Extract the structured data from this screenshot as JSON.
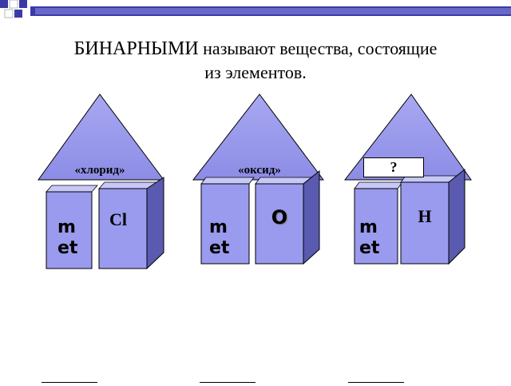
{
  "title": {
    "caps": "БИНАРНЫМИ",
    "rest_line1": " называют вещества, состоящие",
    "line2": "из  элементов."
  },
  "houses": [
    {
      "roof_label": "«хлорид»",
      "met_top": "m",
      "met_bottom": "et",
      "element": "Cl"
    },
    {
      "roof_label": "«оксид»",
      "met_top": "m",
      "met_bottom": "et",
      "element": "O"
    },
    {
      "roof_label": "",
      "met_top": "m",
      "met_bottom": "et",
      "element": "H"
    }
  ],
  "question_box": "?",
  "colors": {
    "roof": "#9a9aee",
    "wall": "#9a9aee",
    "side": "#5a5ab0",
    "outline": "#000000"
  }
}
